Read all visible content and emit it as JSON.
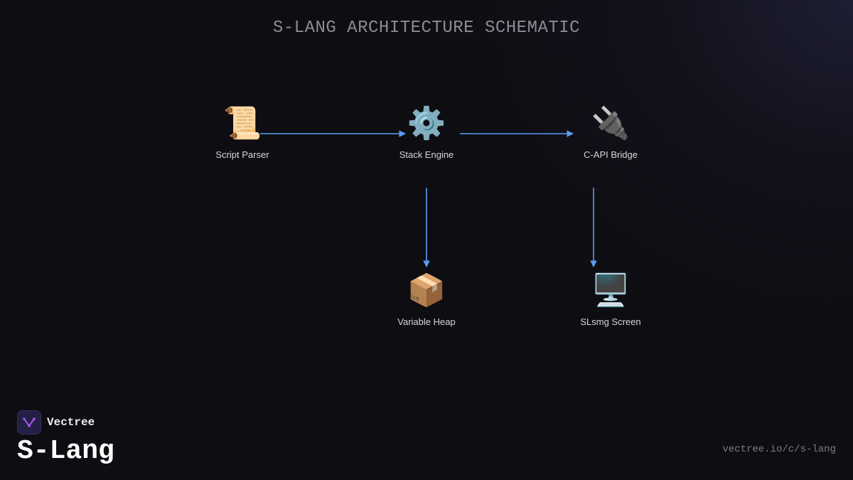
{
  "title": "S-LANG ARCHITECTURE SCHEMATIC",
  "nodes": {
    "parser": {
      "icon": "📜",
      "icon_name": "scroll-icon",
      "label": "Script Parser"
    },
    "engine": {
      "icon": "⚙️",
      "icon_name": "gear-icon",
      "label": "Stack Engine"
    },
    "bridge": {
      "icon": "🔌",
      "icon_name": "plug-icon",
      "label": "C-API Bridge"
    },
    "heap": {
      "icon": "📦",
      "icon_name": "package-icon",
      "label": "Variable Heap"
    },
    "screen": {
      "icon": "🖥️",
      "icon_name": "monitor-icon",
      "label": "SLsmg Screen"
    }
  },
  "edges": [
    {
      "from": "Script Parser",
      "to": "Stack Engine"
    },
    {
      "from": "Stack Engine",
      "to": "C-API Bridge"
    },
    {
      "from": "Stack Engine",
      "to": "Variable Heap"
    },
    {
      "from": "C-API Bridge",
      "to": "SLsmg Screen"
    }
  ],
  "colors": {
    "edge": "#5a9cf5",
    "background": "#0e0d12",
    "logo": "#a558e6"
  },
  "brand": {
    "name": "Vectree",
    "product": "S-Lang",
    "url": "vectree.io/c/s-lang"
  }
}
